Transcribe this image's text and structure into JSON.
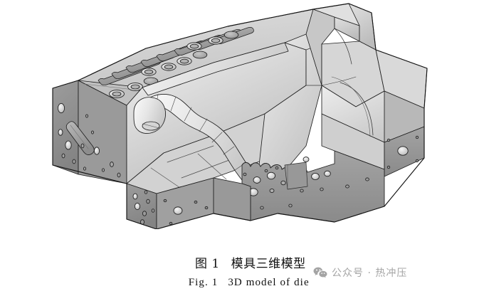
{
  "figure": {
    "caption_zh": {
      "label": "图 1",
      "text": "模具三维模型"
    },
    "caption_en": {
      "label": "Fig. 1",
      "text": "3D model of die"
    },
    "subject": "3D CAD model of a hot stamping die (lower die block) shown in isometric view",
    "render_style": "shaded-grey-with-black-edges"
  },
  "watermark": {
    "icon": "wechat-icon",
    "text": "公众号 · 热冲压"
  },
  "colors": {
    "page_background": "#ffffff",
    "caption_text": "#101010",
    "watermark_text": "#9d9d9d",
    "model_outline": "#1a1a1a",
    "model_face_light": "#e9e9e9",
    "model_face_mid": "#cfcfcf",
    "model_face_dark": "#a8a8a8",
    "model_face_darkest": "#8e8e8e"
  }
}
